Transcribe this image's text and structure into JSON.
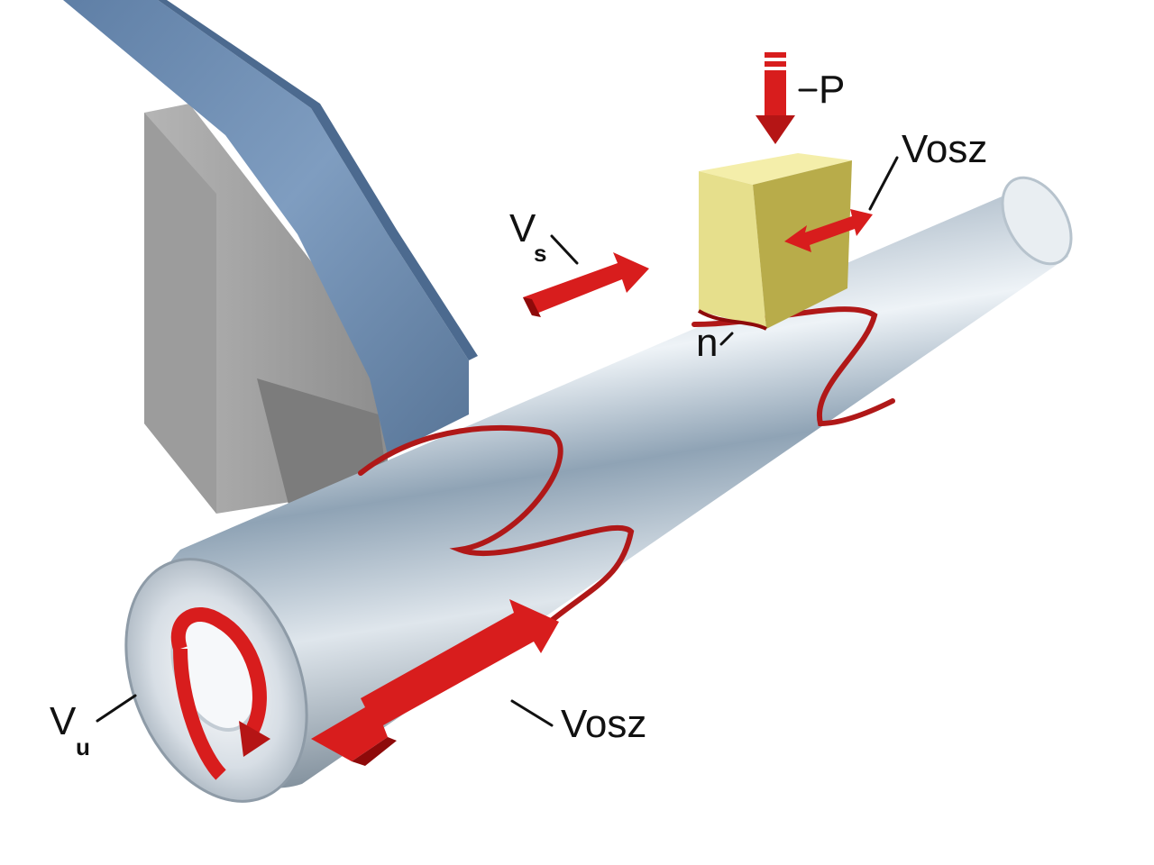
{
  "labels": {
    "pressure": "P",
    "oscillation_top": "Vosz",
    "feed_velocity_main": "V",
    "feed_velocity_sub": "s",
    "stone_mark": "n",
    "peripheral_velocity_main": "V",
    "peripheral_velocity_sub": "u",
    "oscillation_bottom": "Vosz"
  },
  "colors": {
    "arrow": "#d81d1d",
    "arrow_dark": "#8e0a0a",
    "stone": "#e6df8c",
    "tool_holder": "#6f8fb5",
    "support_block": "#a9a9a9",
    "workpiece": "#cfd8e0",
    "path_line": "#b01818"
  }
}
